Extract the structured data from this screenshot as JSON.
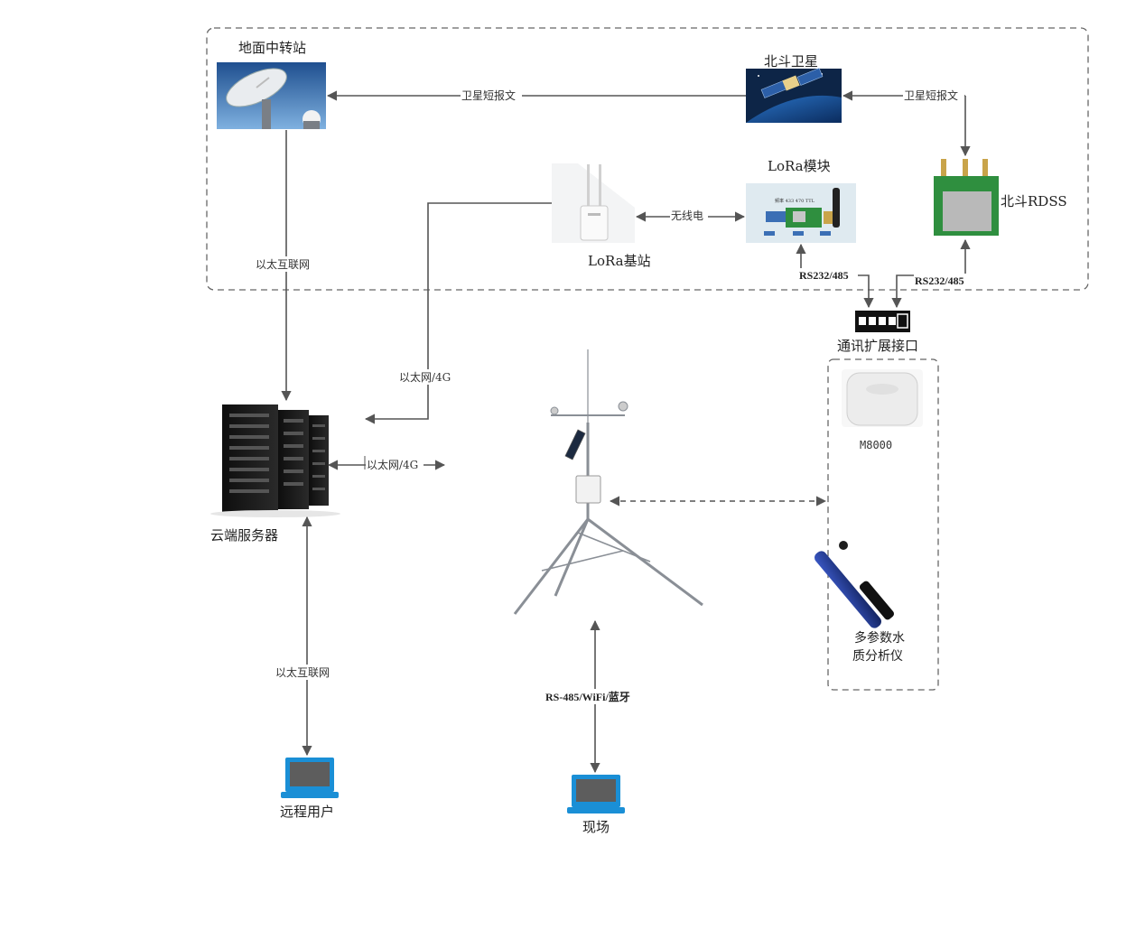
{
  "diagram": {
    "nodes": {
      "ground_station": "地面中转站",
      "beidou_satellite": "北斗卫星",
      "lora_module": "LoRa模块",
      "lora_base_station": "LoRa基站",
      "beidou_rdss": "北斗RDSS",
      "comm_interface": "通讯扩展接口",
      "cloud_server": "云端服务器",
      "m8000": "M8000",
      "water_analyzer_line1": "多参数水",
      "water_analyzer_line2": "质分析仪",
      "remote_user": "远程用户",
      "field": "现场"
    },
    "edges": {
      "sat_to_ground": "卫星短报文",
      "rdss_to_sat": "卫星短报文",
      "radio": "无线电",
      "ground_to_server": "以太互联网",
      "lora_to_server": "以太网/4G",
      "server_out": "以太网/4G",
      "lora_rs": "RS232/485",
      "rdss_rs": "RS232/485",
      "server_user": "以太互联网",
      "field_link": "RS-485/WiFi/蓝牙"
    },
    "module_board_text": "频率 433 470 TTL",
    "colors": {
      "arrow": "#555555",
      "laptop": "#1a8fd6",
      "pcb": "#2f8f3f",
      "sat_bg": "#0d2547"
    }
  }
}
